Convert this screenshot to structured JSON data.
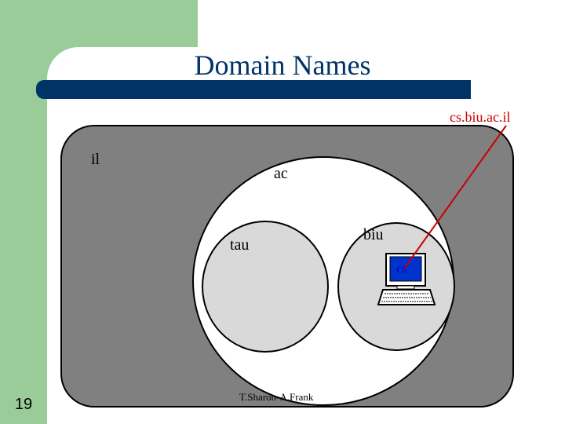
{
  "slide": {
    "title": "Domain Names",
    "number": "19",
    "footer": "T.Sharon-A.Frank"
  },
  "diagram": {
    "domains": {
      "outer": "il",
      "middle": "ac",
      "left": "tau",
      "right": "biu",
      "host": "cs"
    },
    "fqdn_callout": "cs.biu.ac.il"
  },
  "colors": {
    "theme_green": "#99cc99",
    "title_blue": "#003366",
    "outer_region": "#808080",
    "inner_region": "#d9d9d9",
    "callout_red": "#cc0000"
  },
  "icons": [
    "computer-icon"
  ]
}
